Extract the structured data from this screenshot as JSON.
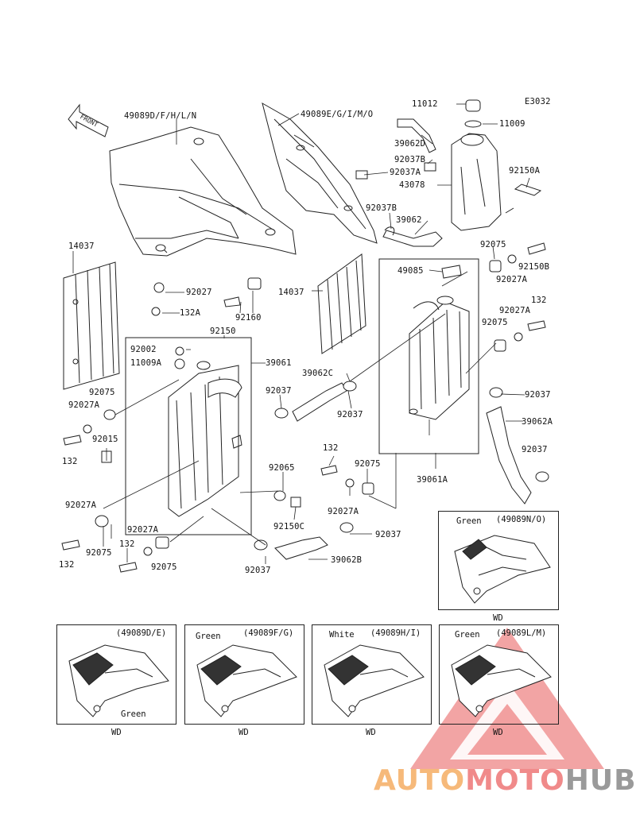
{
  "diagram_code": "E3032",
  "front_label": "FRONT",
  "parts": [
    {
      "id": "p1",
      "text": "49089D/F/H/L/N"
    },
    {
      "id": "p2",
      "text": "49089E/G/I/M/O"
    },
    {
      "id": "p3",
      "text": "11012"
    },
    {
      "id": "p4",
      "text": "11009"
    },
    {
      "id": "p5",
      "text": "39062D"
    },
    {
      "id": "p6",
      "text": "92037B"
    },
    {
      "id": "p7",
      "text": "92037A"
    },
    {
      "id": "p8",
      "text": "43078"
    },
    {
      "id": "p9",
      "text": "92150A"
    },
    {
      "id": "p10",
      "text": "92037B"
    },
    {
      "id": "p11",
      "text": "39062"
    },
    {
      "id": "p12",
      "text": "14037"
    },
    {
      "id": "p13",
      "text": "92075"
    },
    {
      "id": "p14",
      "text": "92150B"
    },
    {
      "id": "p15",
      "text": "49085"
    },
    {
      "id": "p16",
      "text": "92027A"
    },
    {
      "id": "p17",
      "text": "92027"
    },
    {
      "id": "p18",
      "text": "14037"
    },
    {
      "id": "p19",
      "text": "132A"
    },
    {
      "id": "p20",
      "text": "92160"
    },
    {
      "id": "p21",
      "text": "132"
    },
    {
      "id": "p22",
      "text": "92027A"
    },
    {
      "id": "p23",
      "text": "92150"
    },
    {
      "id": "p24",
      "text": "92075"
    },
    {
      "id": "p25",
      "text": "92002"
    },
    {
      "id": "p26",
      "text": "11009A"
    },
    {
      "id": "p27",
      "text": "39061"
    },
    {
      "id": "p28",
      "text": "39062C"
    },
    {
      "id": "p29",
      "text": "92037"
    },
    {
      "id": "p30",
      "text": "92075"
    },
    {
      "id": "p31",
      "text": "92027A"
    },
    {
      "id": "p32",
      "text": "92037"
    },
    {
      "id": "p33",
      "text": "92037"
    },
    {
      "id": "p34",
      "text": "39062A"
    },
    {
      "id": "p35",
      "text": "132"
    },
    {
      "id": "p36",
      "text": "92015"
    },
    {
      "id": "p37",
      "text": "132"
    },
    {
      "id": "p38",
      "text": "92075"
    },
    {
      "id": "p39",
      "text": "92065"
    },
    {
      "id": "p40",
      "text": "39061A"
    },
    {
      "id": "p41",
      "text": "92037"
    },
    {
      "id": "p42",
      "text": "92027A"
    },
    {
      "id": "p43",
      "text": "92150C"
    },
    {
      "id": "p44",
      "text": "92027A"
    },
    {
      "id": "p45",
      "text": "92037"
    },
    {
      "id": "p46",
      "text": "92027A"
    },
    {
      "id": "p47",
      "text": "132"
    },
    {
      "id": "p48",
      "text": "132"
    },
    {
      "id": "p49",
      "text": "92075"
    },
    {
      "id": "p50",
      "text": "92075"
    },
    {
      "id": "p51",
      "text": "92037"
    },
    {
      "id": "p52",
      "text": "39062B"
    }
  ],
  "insets": [
    {
      "id": "n_o",
      "code": "(49089N/O)",
      "color_label": "Green",
      "wd": "WD"
    },
    {
      "id": "d_e",
      "code": "(49089D/E)",
      "color_label": "Green",
      "wd": "WD"
    },
    {
      "id": "f_g",
      "code": "(49089F/G)",
      "color_label": "Green",
      "wd": "WD"
    },
    {
      "id": "h_i",
      "code": "(49089H/I)",
      "color_label": "White",
      "wd": "WD"
    },
    {
      "id": "l_m",
      "code": "(49089L/M)",
      "color_label": "Green",
      "wd": "WD"
    }
  ],
  "watermark": {
    "part1": "AUTO",
    "part2": "MOTO",
    "part3": "HUB"
  },
  "colors": {
    "line": "#222222",
    "watermark_orange": "#f6b97a",
    "watermark_red": "#f08a8a",
    "watermark_gray": "#9a9a9a",
    "triangle": "#e85a5a"
  }
}
